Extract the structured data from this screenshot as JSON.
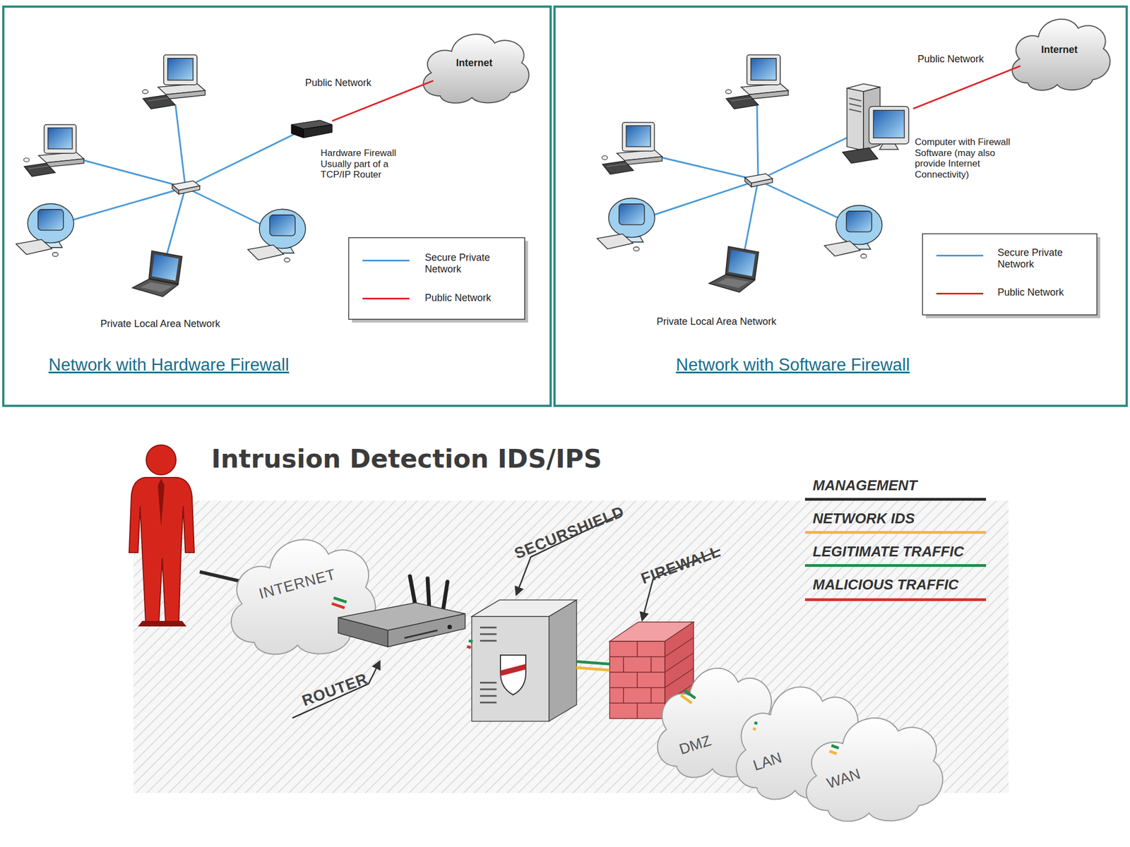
{
  "diagram": {
    "title": "Intrusion Detection IDS/IPS",
    "nodes": [
      {
        "text": [
          "Network with Hardware Firewall"
        ]
      },
      {
        "text": [
          "Internet"
        ],
        "in": 0
      },
      {
        "text": [
          "Hardware Firewall Usually part of a TCP/IP Router"
        ],
        "in": 0
      },
      {
        "text": [
          "Network with Software Firewall"
        ]
      },
      {
        "text": [
          "Internet"
        ],
        "in": 3
      },
      {
        "text": [
          "Computer with Firewall Software (may also provide Internet Connectivity)"
        ],
        "in": 3
      },
      {
        "text": [
          "INTERNET"
        ]
      },
      {
        "text": [
          "ROUTER"
        ]
      },
      {
        "text": [
          "SECURSHIELD"
        ]
      },
      {
        "text": [
          "FIREWALL"
        ]
      },
      {
        "text": [
          "DMZ"
        ]
      },
      {
        "text": [
          "LAN"
        ]
      },
      {
        "text": [
          "WAN"
        ]
      }
    ],
    "edges": [
      {
        "from": 2,
        "to": 1,
        "arrow": "none",
        "label": "Public Network"
      },
      {
        "from": 5,
        "to": 4,
        "arrow": "none",
        "label": "Public Network"
      },
      {
        "from": 6,
        "to": 7,
        "arrow": "none"
      },
      {
        "from": 7,
        "to": 8,
        "arrow": "none"
      },
      {
        "from": 8,
        "to": 9,
        "arrow": "none"
      },
      {
        "from": 9,
        "to": 10,
        "arrow": "none"
      },
      {
        "from": 10,
        "to": 11,
        "arrow": "none"
      },
      {
        "from": 11,
        "to": 12,
        "arrow": "none"
      }
    ],
    "labels": [
      "Private Local Area Network",
      "Private Local Area Network"
    ],
    "legend": [
      {
        "text": "Secure Private Network",
        "color": "#4a9ad8"
      },
      {
        "text": "Public Network",
        "color": "#e0242b"
      },
      {
        "text": "Secure Private Network",
        "color": "#4a9ad8"
      },
      {
        "text": "Public Network",
        "color": "#e0242b"
      },
      {
        "text": "MANAGEMENT",
        "color": "#2b2b2b"
      },
      {
        "text": "NETWORK IDS",
        "color": "#f0b83c"
      },
      {
        "text": "LEGITIMATE TRAFFIC",
        "color": "#1f8f4e"
      },
      {
        "text": "MALICIOUS TRAFFIC",
        "color": "#d8312a"
      }
    ]
  }
}
